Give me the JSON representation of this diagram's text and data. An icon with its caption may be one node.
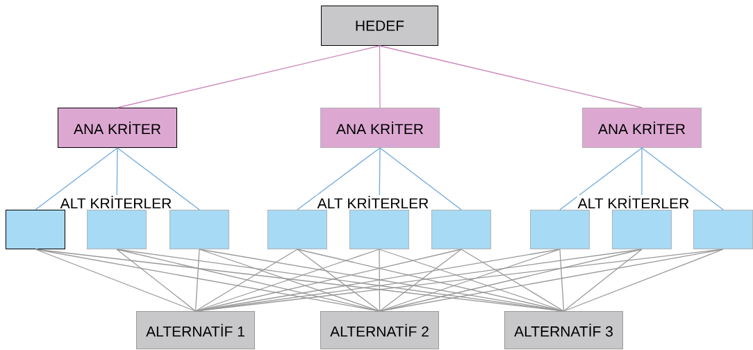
{
  "diagram": {
    "nodes": [
      {
        "text": [
          "HEDEF"
        ]
      },
      {
        "text": [
          "ANA KRİTER"
        ]
      },
      {
        "text": [
          "ANA KRİTER"
        ]
      },
      {
        "text": [
          "ANA KRİTER"
        ]
      },
      {
        "text": [],
        "shape": "box"
      },
      {
        "text": [],
        "shape": "box"
      },
      {
        "text": [],
        "shape": "box"
      },
      {
        "text": [],
        "shape": "box"
      },
      {
        "text": [],
        "shape": "box"
      },
      {
        "text": [],
        "shape": "box"
      },
      {
        "text": [],
        "shape": "box"
      },
      {
        "text": [],
        "shape": "box"
      },
      {
        "text": [],
        "shape": "box"
      },
      {
        "text": [
          "ALTERNATİF 1"
        ]
      },
      {
        "text": [
          "ALTERNATİF 2"
        ]
      },
      {
        "text": [
          "ALTERNATİF 3"
        ]
      }
    ],
    "edges": [
      {
        "from": 0,
        "to": 1,
        "arrow": "none",
        "color": "#cc88bb"
      },
      {
        "from": 0,
        "to": 2,
        "arrow": "none",
        "color": "#cc88bb"
      },
      {
        "from": 0,
        "to": 3,
        "arrow": "none",
        "color": "#cc88bb"
      },
      {
        "from": 1,
        "to": 4,
        "arrow": "none",
        "color": "#6fa8dc"
      },
      {
        "from": 1,
        "to": 5,
        "arrow": "none",
        "color": "#6fa8dc"
      },
      {
        "from": 1,
        "to": 6,
        "arrow": "none",
        "color": "#6fa8dc"
      },
      {
        "from": 2,
        "to": 7,
        "arrow": "none",
        "color": "#6fa8dc"
      },
      {
        "from": 2,
        "to": 8,
        "arrow": "none",
        "color": "#6fa8dc"
      },
      {
        "from": 2,
        "to": 9,
        "arrow": "none",
        "color": "#6fa8dc"
      },
      {
        "from": 3,
        "to": 10,
        "arrow": "none",
        "color": "#6fa8dc"
      },
      {
        "from": 3,
        "to": 11,
        "arrow": "none",
        "color": "#6fa8dc"
      },
      {
        "from": 3,
        "to": 12,
        "arrow": "none",
        "color": "#6fa8dc"
      },
      {
        "from": 4,
        "to": 13,
        "arrow": "none"
      },
      {
        "from": 4,
        "to": 14,
        "arrow": "none"
      },
      {
        "from": 4,
        "to": 15,
        "arrow": "none"
      },
      {
        "from": 5,
        "to": 13,
        "arrow": "none"
      },
      {
        "from": 5,
        "to": 14,
        "arrow": "none"
      },
      {
        "from": 5,
        "to": 15,
        "arrow": "none"
      },
      {
        "from": 6,
        "to": 13,
        "arrow": "none"
      },
      {
        "from": 6,
        "to": 14,
        "arrow": "none"
      },
      {
        "from": 6,
        "to": 15,
        "arrow": "none"
      },
      {
        "from": 7,
        "to": 13,
        "arrow": "none"
      },
      {
        "from": 7,
        "to": 14,
        "arrow": "none"
      },
      {
        "from": 7,
        "to": 15,
        "arrow": "none"
      },
      {
        "from": 8,
        "to": 13,
        "arrow": "none"
      },
      {
        "from": 8,
        "to": 14,
        "arrow": "none"
      },
      {
        "from": 8,
        "to": 15,
        "arrow": "none"
      },
      {
        "from": 9,
        "to": 13,
        "arrow": "none"
      },
      {
        "from": 9,
        "to": 14,
        "arrow": "none"
      },
      {
        "from": 9,
        "to": 15,
        "arrow": "none"
      },
      {
        "from": 10,
        "to": 13,
        "arrow": "none"
      },
      {
        "from": 10,
        "to": 14,
        "arrow": "none"
      },
      {
        "from": 10,
        "to": 15,
        "arrow": "none"
      },
      {
        "from": 11,
        "to": 13,
        "arrow": "none"
      },
      {
        "from": 11,
        "to": 14,
        "arrow": "none"
      },
      {
        "from": 11,
        "to": 15,
        "arrow": "none"
      },
      {
        "from": 12,
        "to": 13,
        "arrow": "none"
      },
      {
        "from": 12,
        "to": 14,
        "arrow": "none"
      },
      {
        "from": 12,
        "to": 15,
        "arrow": "none"
      }
    ],
    "labels": [
      "ALT KRİTERLER",
      "ALT KRİTERLER",
      "ALT KRİTERLER"
    ]
  }
}
